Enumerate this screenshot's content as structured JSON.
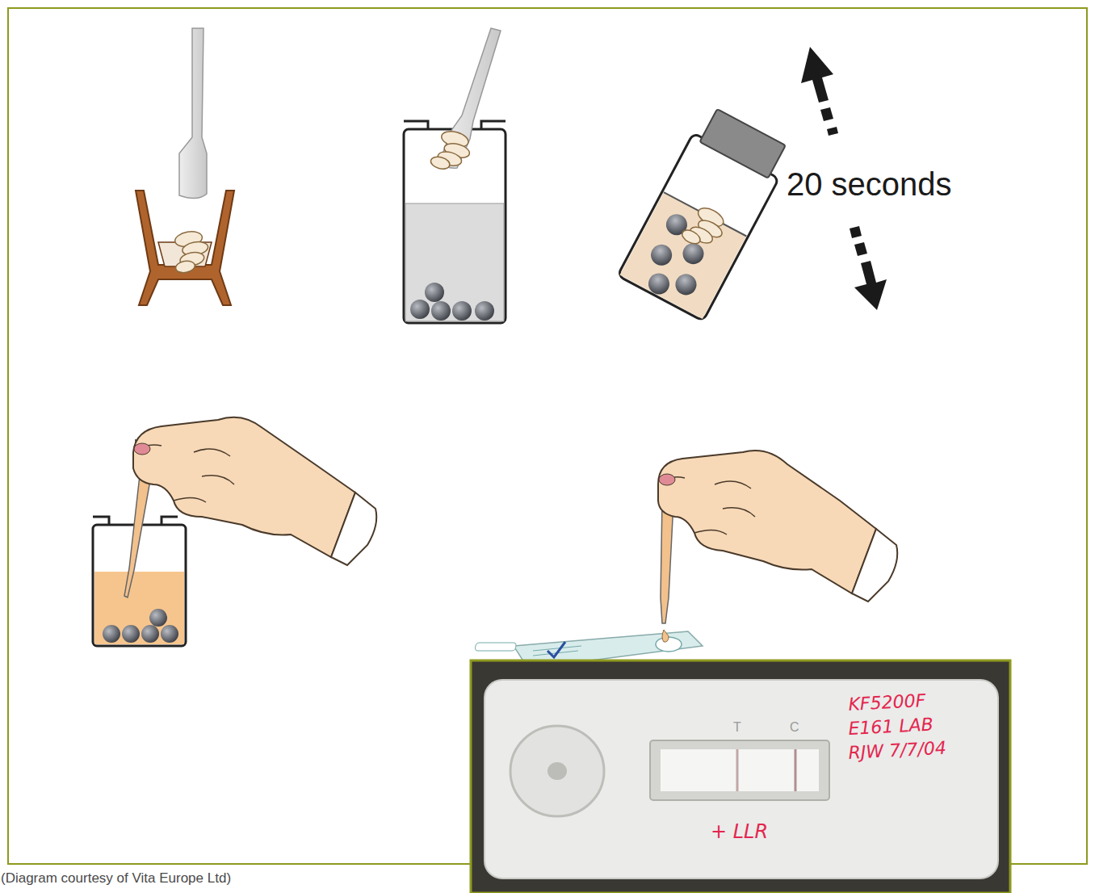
{
  "diagram": {
    "caption": "(Diagram courtesy of Vita Europe Ltd)",
    "labels": [
      "20 seconds",
      "T",
      "C",
      "KF5200F",
      "E161 LAB",
      "RJW 7/7/04",
      "+ LLR"
    ]
  }
}
